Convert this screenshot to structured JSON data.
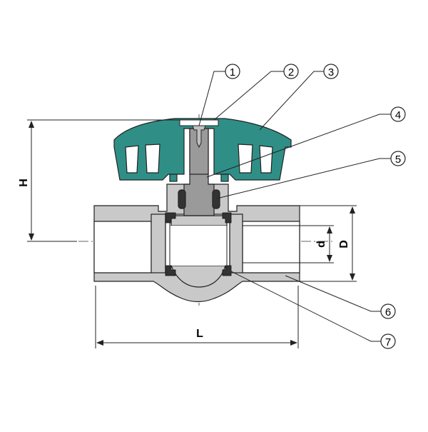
{
  "callouts": [
    {
      "number": "1"
    },
    {
      "number": "2"
    },
    {
      "number": "3"
    },
    {
      "number": "4"
    },
    {
      "number": "5"
    },
    {
      "number": "6"
    },
    {
      "number": "7"
    }
  ],
  "dimensions": {
    "height": "H",
    "length": "L",
    "bore": "d",
    "outer_diameter": "D"
  },
  "colors": {
    "handle": "#2f8f87",
    "body": "#c9c9c9",
    "stem": "#9a9a9a",
    "seal": "#333333",
    "outline": "#222222"
  }
}
